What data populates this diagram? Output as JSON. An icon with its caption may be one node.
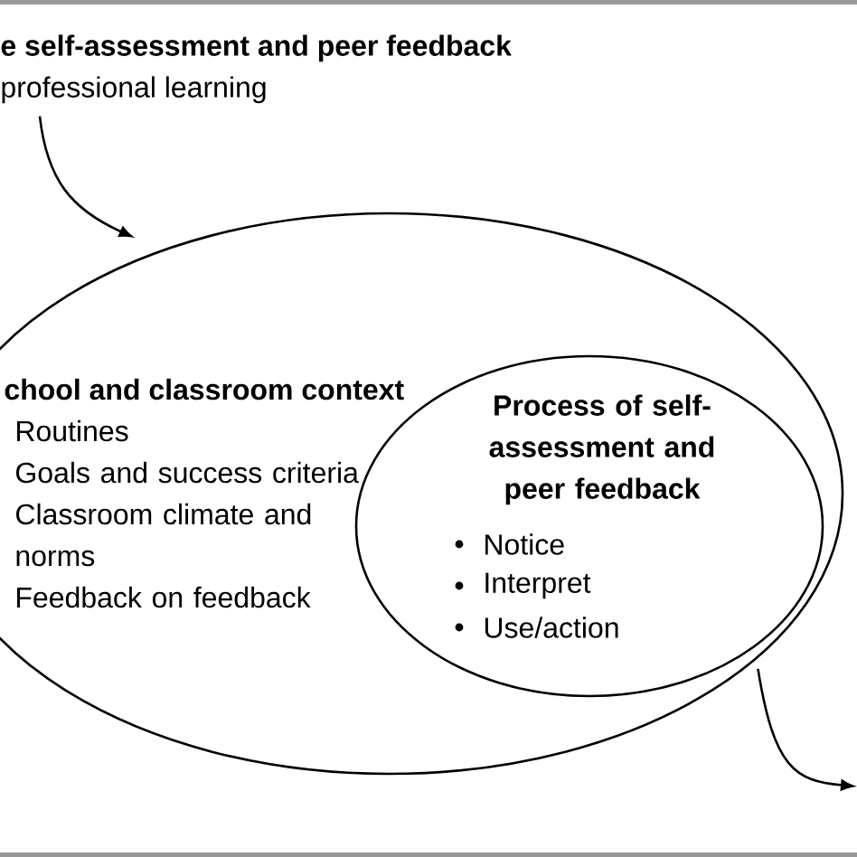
{
  "diagram": {
    "nodes": [
      {
        "text": [
          "e self-assessment and peer feedback",
          "professional learning"
        ]
      },
      {
        "text": [
          "chool and classroom context",
          "Routines",
          "Goals and success criteria",
          "Classroom climate and norms",
          "Feedback on feedback"
        ]
      },
      {
        "text": [
          "Process of self-assessment and peer feedback",
          "Notice",
          "Interpret",
          "Use/action"
        ],
        "in": 1
      }
    ],
    "edges": [
      {
        "from": 0,
        "to": 1,
        "arrow": "to"
      },
      {
        "from": 1,
        "to": null,
        "arrow": "to"
      }
    ]
  }
}
